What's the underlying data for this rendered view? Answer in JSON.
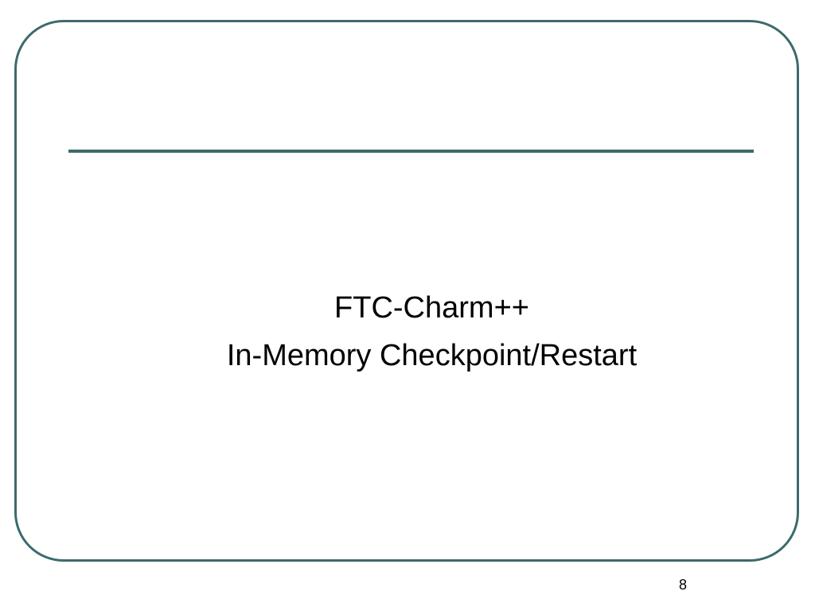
{
  "slide": {
    "lines": [
      "FTC-Charm++",
      "In-Memory Checkpoint/Restart"
    ],
    "page_number": "8"
  },
  "colors": {
    "frame": "#3d6a6d",
    "text": "#000000",
    "background": "#ffffff"
  }
}
